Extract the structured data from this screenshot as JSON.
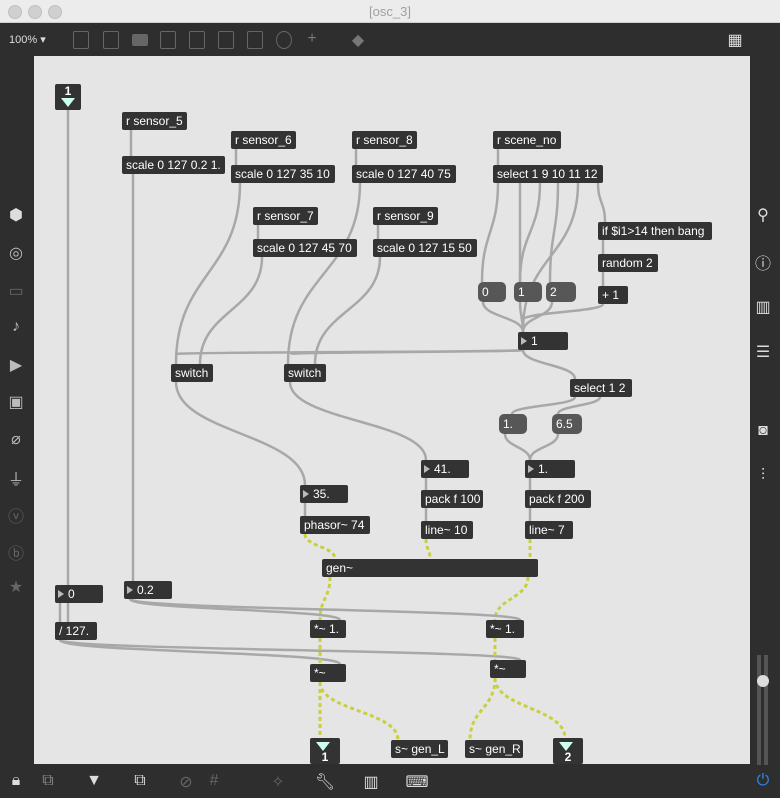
{
  "window": {
    "title": "[osc_3]"
  },
  "toolbar": {
    "zoom": "100% ▾"
  },
  "objects": [
    {
      "text": "1",
      "kind": "io in"
    },
    {
      "text": "r sensor_5",
      "kind": ""
    },
    {
      "text": "scale 0 127 0.2 1.",
      "kind": ""
    },
    {
      "text": "r sensor_6",
      "kind": ""
    },
    {
      "text": "scale 0 127 35 10",
      "kind": ""
    },
    {
      "text": "r sensor_8",
      "kind": ""
    },
    {
      "text": "scale 0 127 40 75",
      "kind": ""
    },
    {
      "text": "r sensor_7",
      "kind": ""
    },
    {
      "text": "scale 0 127 45 70",
      "kind": ""
    },
    {
      "text": "r sensor_9",
      "kind": ""
    },
    {
      "text": "scale 0 127 15 50",
      "kind": ""
    },
    {
      "text": "r scene_no",
      "kind": ""
    },
    {
      "text": "select 1 9 10 11 12",
      "kind": ""
    },
    {
      "text": "if $i1>14 then bang",
      "kind": ""
    },
    {
      "text": "random 2",
      "kind": ""
    },
    {
      "text": "+ 1",
      "kind": ""
    },
    {
      "text": "0",
      "kind": "msg"
    },
    {
      "text": "1",
      "kind": "msg"
    },
    {
      "text": "2",
      "kind": "msg"
    },
    {
      "text": "1",
      "kind": "num"
    },
    {
      "text": "switch",
      "kind": ""
    },
    {
      "text": "switch",
      "kind": ""
    },
    {
      "text": "select 1 2",
      "kind": ""
    },
    {
      "text": "1.",
      "kind": "msg"
    },
    {
      "text": "6.5",
      "kind": "msg"
    },
    {
      "text": "41.",
      "kind": "num"
    },
    {
      "text": "1.",
      "kind": "num"
    },
    {
      "text": "35.",
      "kind": "num"
    },
    {
      "text": "pack f 100",
      "kind": ""
    },
    {
      "text": "pack f 200",
      "kind": ""
    },
    {
      "text": "phasor~ 74",
      "kind": ""
    },
    {
      "text": "line~ 10",
      "kind": ""
    },
    {
      "text": "line~ 7",
      "kind": ""
    },
    {
      "text": "gen~",
      "kind": ""
    },
    {
      "text": "0",
      "kind": "num"
    },
    {
      "text": "0.2",
      "kind": "num"
    },
    {
      "text": "/ 127.",
      "kind": ""
    },
    {
      "text": "*~ 1.",
      "kind": ""
    },
    {
      "text": "*~ 1.",
      "kind": ""
    },
    {
      "text": "*~",
      "kind": ""
    },
    {
      "text": "*~",
      "kind": ""
    },
    {
      "text": "1",
      "kind": "io out"
    },
    {
      "text": "s~ gen_L",
      "kind": ""
    },
    {
      "text": "s~ gen_R",
      "kind": ""
    },
    {
      "text": "2",
      "kind": "io out"
    }
  ],
  "colors": {
    "canvas": "#e5e5e5",
    "object": "#333333",
    "signal_cord": "#c8d040",
    "cord": "#a8a8a8"
  }
}
